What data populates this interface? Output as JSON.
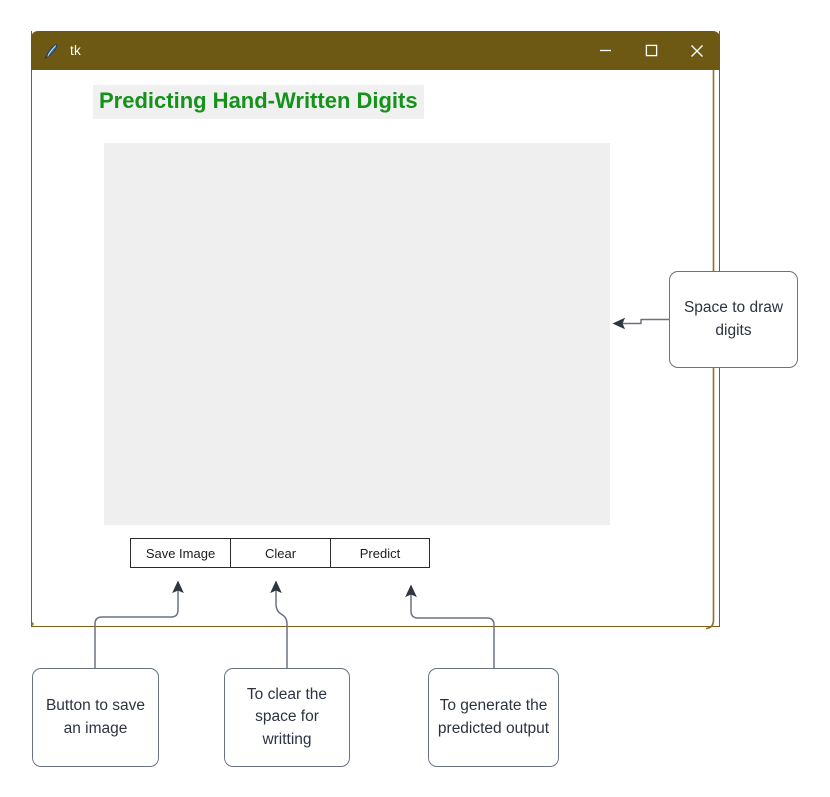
{
  "window": {
    "title": "tk",
    "icon": "tk-feather-icon",
    "titlebar_color": "#6d5914",
    "controls": [
      {
        "name": "minimize",
        "glyph": "minimize-icon"
      },
      {
        "name": "maximize",
        "glyph": "maximize-icon"
      },
      {
        "name": "close",
        "glyph": "close-icon"
      }
    ]
  },
  "app": {
    "heading": "Predicting Hand-Written Digits",
    "heading_color": "#14921a",
    "heading_background": "#f0f0f0",
    "canvas": {
      "name": "drawing-canvas",
      "background": "#efefef",
      "content": ""
    },
    "buttons": [
      {
        "label": "Save Image"
      },
      {
        "label": "Clear"
      },
      {
        "label": "Predict"
      }
    ]
  },
  "annotations": {
    "border_color": "#6a7282",
    "text_color": "#2c3340",
    "items": [
      {
        "id": "space",
        "text": "Space to draw digits",
        "target": "drawing-canvas"
      },
      {
        "id": "save",
        "text": "Button to save an image",
        "target": "save-image-button"
      },
      {
        "id": "clear",
        "text": "To clear the space for writting",
        "target": "clear-button"
      },
      {
        "id": "predict",
        "text": "To generate the predicted output",
        "target": "predict-button"
      }
    ]
  }
}
